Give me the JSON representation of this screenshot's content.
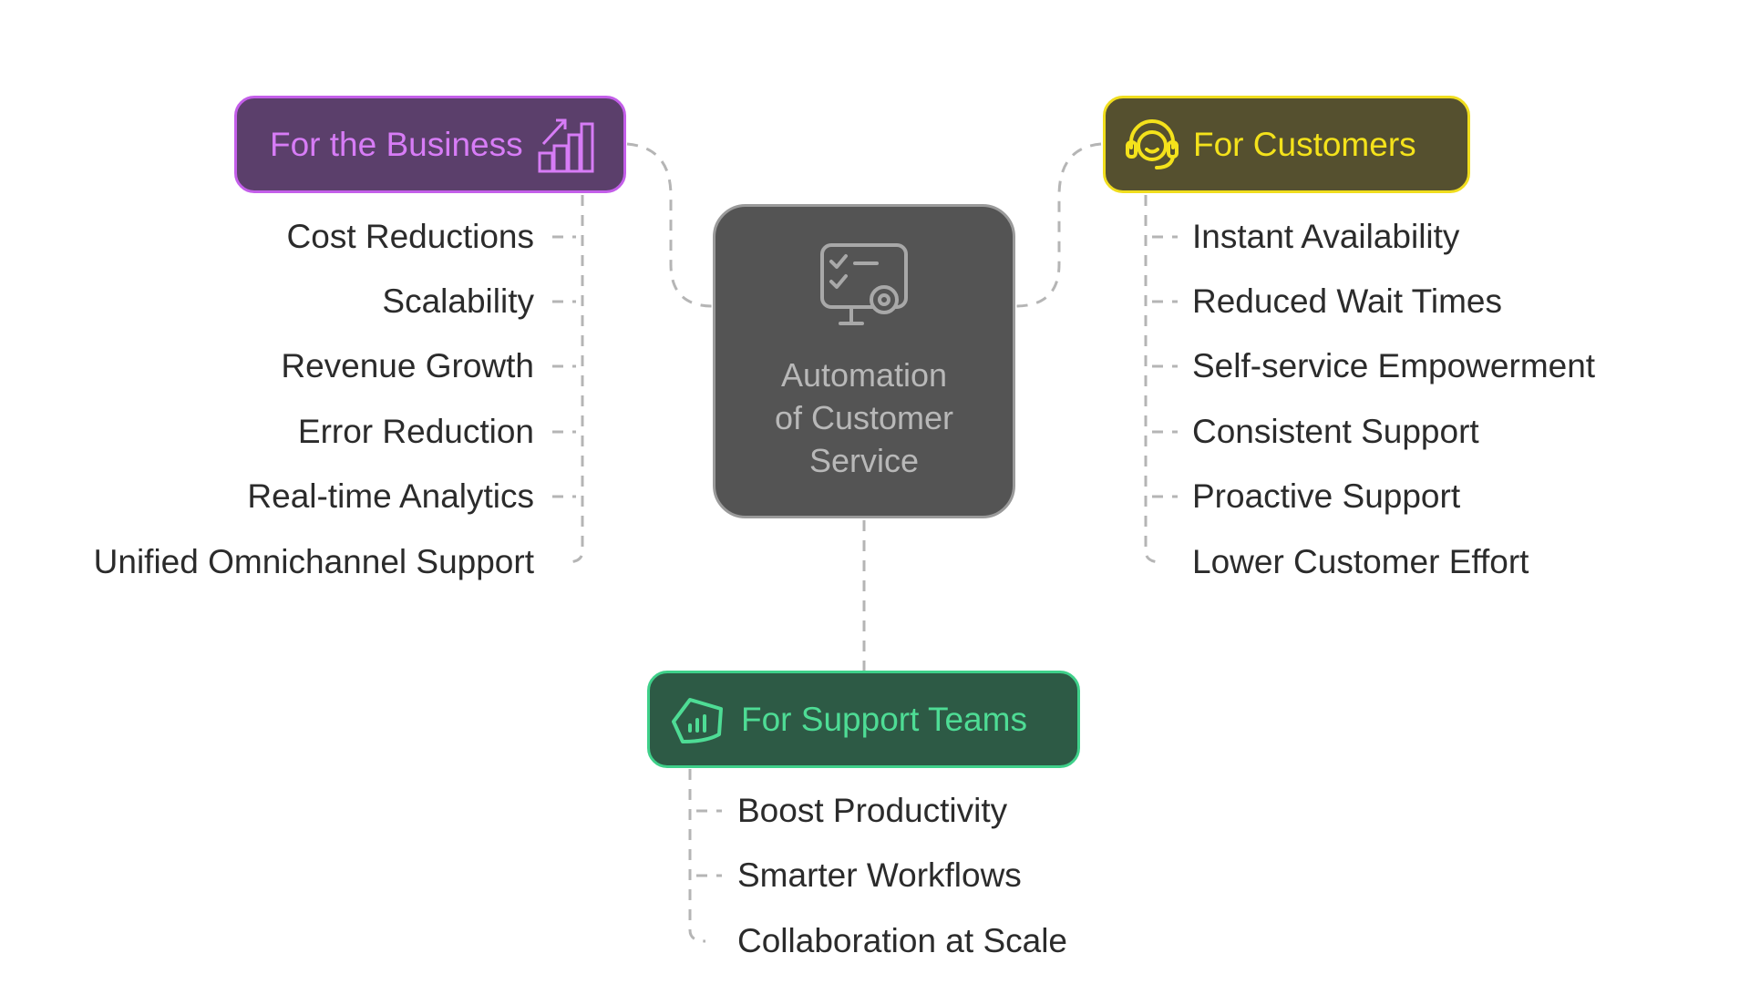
{
  "center": {
    "title_lines": [
      "Automation",
      "of Customer",
      "Service"
    ],
    "icon": "checklist-gear-monitor-icon"
  },
  "business": {
    "title": "For the Business",
    "icon": "growth-bar-chart-icon",
    "colors": {
      "bg": "#5b3f6b",
      "border": "#c35ee9",
      "text": "#d77cf6"
    },
    "items": [
      "Cost Reductions",
      "Scalability",
      "Revenue Growth",
      "Error Reduction",
      "Real-time Analytics",
      "Unified Omnichannel Support"
    ]
  },
  "customers": {
    "title": "For Customers",
    "icon": "headset-support-icon",
    "colors": {
      "bg": "#55502f",
      "border": "#f0dd1e",
      "text": "#f4e21b"
    },
    "items": [
      "Instant Availability",
      "Reduced Wait Times",
      "Self-service Empowerment",
      "Consistent Support",
      "Proactive Support",
      "Lower Customer Effort"
    ]
  },
  "support": {
    "title": "For Support Teams",
    "icon": "hand-chart-icon",
    "colors": {
      "bg": "#2d5a45",
      "border": "#3fd08a",
      "text": "#4edc95"
    },
    "items": [
      "Boost Productivity",
      "Smarter Workflows",
      "Collaboration at Scale"
    ]
  }
}
